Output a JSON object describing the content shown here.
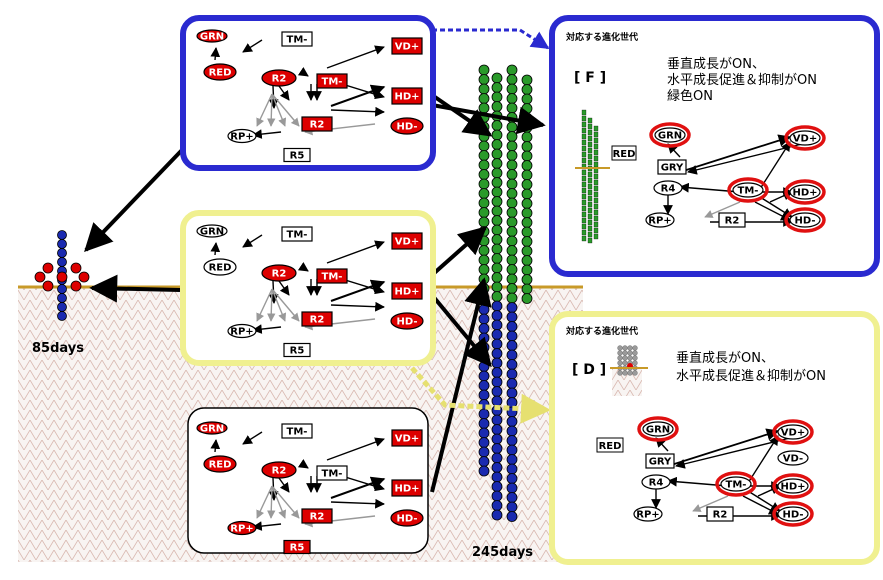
{
  "time_labels": {
    "early": "85days",
    "late": "245days"
  },
  "node_labels": {
    "grn": "GRN",
    "red": "RED",
    "r2": "R2",
    "r4": "R4",
    "r5": "R5",
    "rp": "RP+",
    "tm": "TM-",
    "vd": "VD+",
    "hd_plus": "HD+",
    "hd_minus": "HD-",
    "vd_minus": "VD-",
    "gry": "GRY"
  },
  "panel_f": {
    "header": "対応する進化世代",
    "tag": "[ F ]",
    "desc": [
      "垂直成長がON、",
      "水平成長促進＆抑制がON",
      "緑色ON"
    ],
    "side_label": "RED"
  },
  "panel_d": {
    "header": "対応する進化世代",
    "tag": "[ D ]",
    "desc": [
      "垂直成長がON、",
      "水平成長促進＆抑制がON"
    ],
    "side_label": "RED"
  },
  "colors": {
    "blue_frame": "#2a2ad0",
    "yellow_frame": "#f0f090",
    "ground": "#c89a28",
    "active_node": "#dd0000",
    "highlight_ring": "#e01010",
    "cell_green": "#2a9a2a",
    "cell_blue": "#1a2ab0"
  }
}
